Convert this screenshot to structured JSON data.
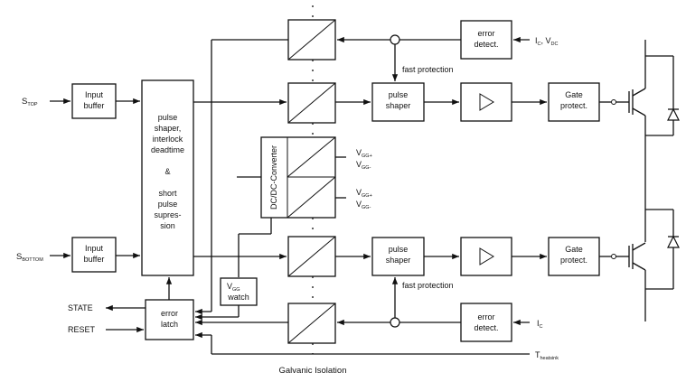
{
  "inputs": {
    "s_top": {
      "main": "S",
      "sub": "TOP"
    },
    "s_bottom": {
      "main": "S",
      "sub": "BOTTOM"
    }
  },
  "blocks": {
    "input_buffer": [
      "Input",
      "buffer"
    ],
    "pulse_shaper_main": [
      "pulse",
      "shaper,",
      "interlock",
      "deadtime",
      "&",
      "short",
      "pulse",
      "supres-",
      "sion"
    ],
    "dcdc_converter": "DC/DC-Converter",
    "pulse_shaper": [
      "pulse",
      "shaper"
    ],
    "gate_protect": [
      "Gate",
      "protect."
    ],
    "error_detect": [
      "error",
      "detect."
    ],
    "error_latch": [
      "error",
      "latch"
    ],
    "vgg_watch": {
      "main": "V",
      "sub": "GG",
      "line2": "watch"
    }
  },
  "signals": {
    "ic_vdc": {
      "a": "I",
      "a_sub": "C",
      "sep": ", V",
      "b_sub": "DC"
    },
    "ic": {
      "main": "I",
      "sub": "C"
    },
    "t_heatsink": {
      "main": "T",
      "sub": "heatsink"
    },
    "vgg_plus": {
      "main": "V",
      "sub": "GG+"
    },
    "vgg_minus": {
      "main": "V",
      "sub": "GG-"
    },
    "fast_protection": "fast protection",
    "state": "STATE",
    "reset": "RESET"
  },
  "footer": {
    "galvanic_isolation": "Galvanic Isolation"
  }
}
